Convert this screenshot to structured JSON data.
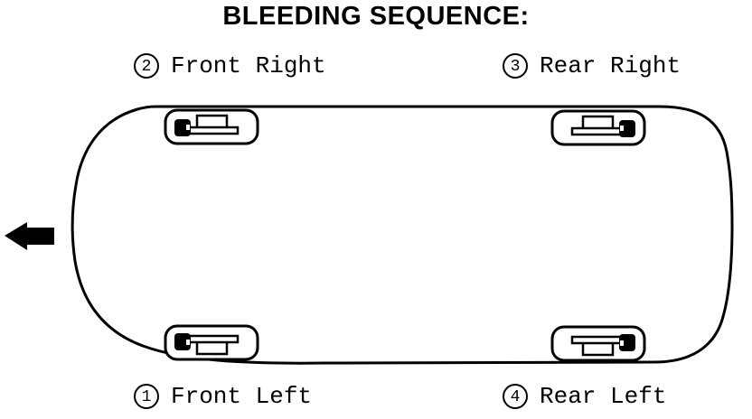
{
  "title": "BLEEDING SEQUENCE:",
  "labels": {
    "front_right": {
      "number": "2",
      "text": "Front Right"
    },
    "rear_right": {
      "number": "3",
      "text": "Rear Right"
    },
    "front_left": {
      "number": "1",
      "text": "Front Left"
    },
    "rear_left": {
      "number": "4",
      "text": "Rear Left"
    }
  },
  "icons": {
    "front_direction_arrow": "left-arrow",
    "wheel_brake_glyph": "brake-caliper",
    "step_badge": "circled-number"
  },
  "colors": {
    "line": "#000000",
    "background": "#ffffff"
  }
}
